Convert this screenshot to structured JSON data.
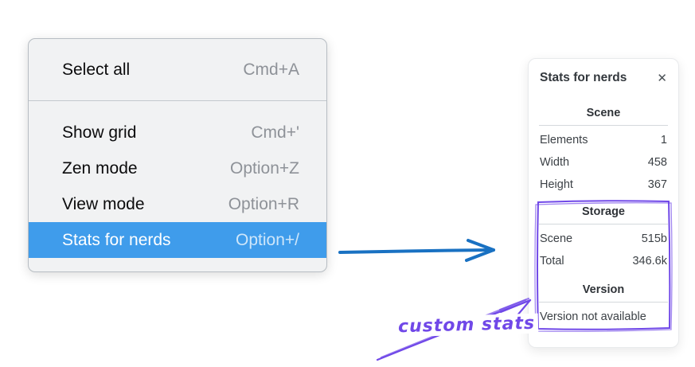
{
  "context_menu": {
    "items": [
      {
        "label": "Select all",
        "shortcut": "Cmd+A"
      },
      {
        "label": "Show grid",
        "shortcut": "Cmd+'"
      },
      {
        "label": "Zen mode",
        "shortcut": "Option+Z"
      },
      {
        "label": "View mode",
        "shortcut": "Option+R"
      },
      {
        "label": "Stats for nerds",
        "shortcut": "Option+/"
      }
    ],
    "highlighted_item": "Stats for nerds"
  },
  "stats_panel": {
    "title": "Stats for nerds",
    "close_icon": "✕",
    "sections": [
      {
        "header": "Scene",
        "rows": [
          [
            "Elements",
            "1"
          ],
          [
            "Width",
            "458"
          ],
          [
            "Height",
            "367"
          ]
        ]
      },
      {
        "header": "Storage",
        "rows": [
          [
            "Scene",
            "515b"
          ],
          [
            "Total",
            "346.6k"
          ]
        ]
      },
      {
        "header": "Version",
        "note": "Version not available"
      }
    ]
  },
  "annotation": {
    "label": "custom stats"
  },
  "colors": {
    "menu_highlight": "#3f9ceb",
    "blue_arrow": "#1971c2",
    "purple_annotation": "#7048e8"
  }
}
